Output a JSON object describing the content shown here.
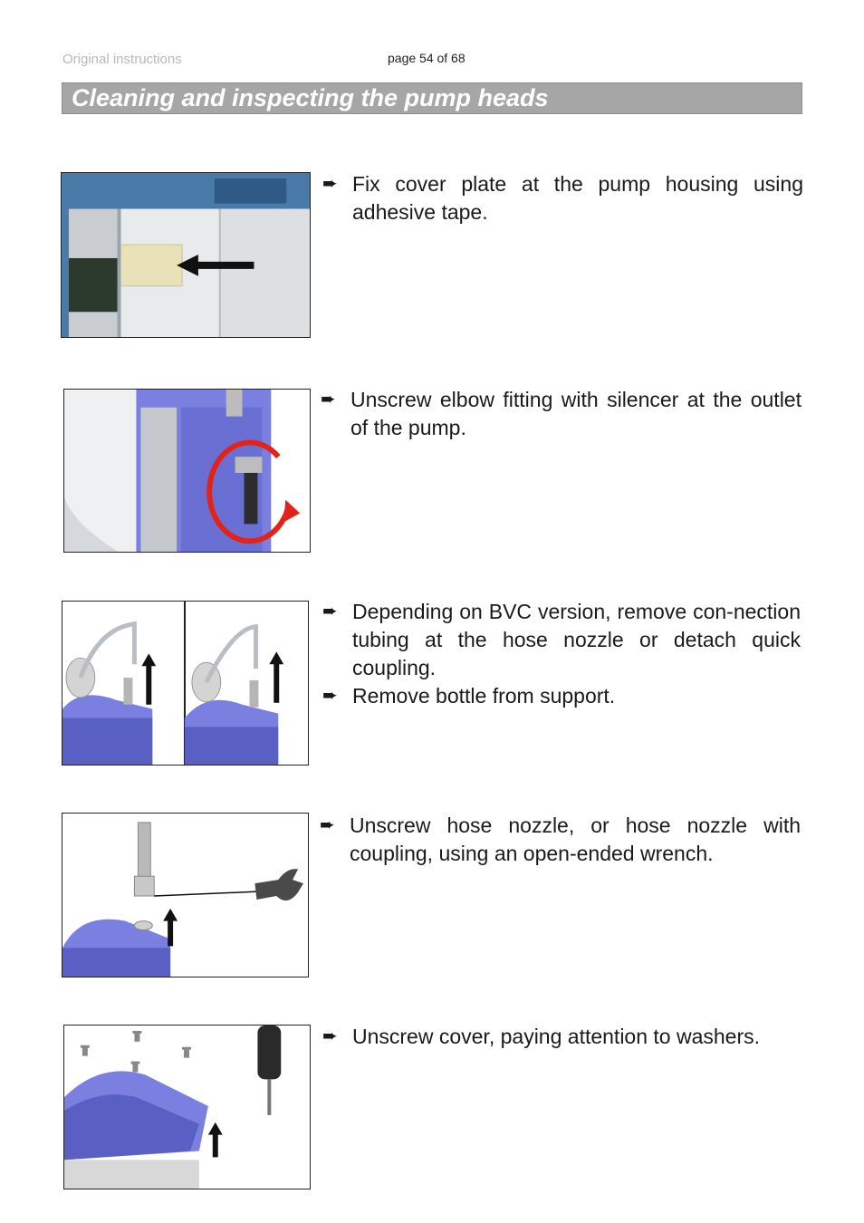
{
  "header": {
    "left": "Original instructions",
    "page": "page 54 of 68"
  },
  "section_title": "Cleaning and inspecting the pump heads",
  "bullet_glyph": "➨",
  "steps": [
    {
      "items": [
        "Fix cover plate at the pump housing using adhesive tape."
      ]
    },
    {
      "items": [
        "Unscrew elbow fitting with silencer at the outlet of the pump."
      ]
    },
    {
      "items": [
        "Depending on BVC version, remove con-nection tubing at the hose nozzle or detach quick coupling.",
        "Remove bottle from support."
      ]
    },
    {
      "items": [
        "Unscrew hose nozzle, or hose nozzle with coupling, using an open-ended wrench."
      ]
    },
    {
      "items": [
        "Unscrew cover, paying attention to washers."
      ]
    }
  ],
  "colors": {
    "title_bar": "#a6a6a6",
    "pump_blue": "#7a7fe0",
    "pump_dark": "#3d3f9e",
    "housing_blue": "#4a7aa8",
    "rotation_arrow": "#e2231a"
  }
}
